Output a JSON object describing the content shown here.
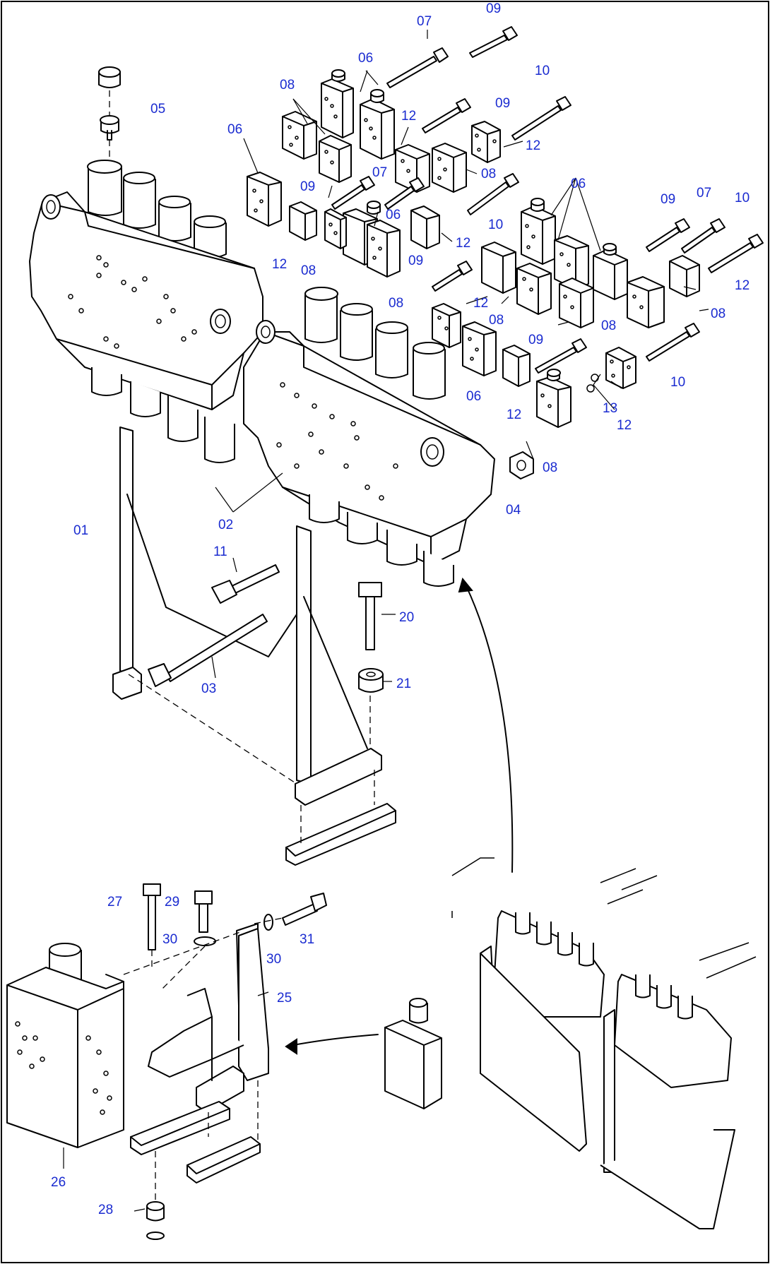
{
  "callouts": [
    {
      "id": "c-07a",
      "text": "07"
    },
    {
      "id": "c-09a",
      "text": "09"
    },
    {
      "id": "c-06a",
      "text": "06"
    },
    {
      "id": "c-10a",
      "text": "10"
    },
    {
      "id": "c-05",
      "text": "05"
    },
    {
      "id": "c-08a",
      "text": "08"
    },
    {
      "id": "c-12a",
      "text": "12"
    },
    {
      "id": "c-09b",
      "text": "09"
    },
    {
      "id": "c-06b",
      "text": "06"
    },
    {
      "id": "c-12b",
      "text": "12"
    },
    {
      "id": "c-08b",
      "text": "08"
    },
    {
      "id": "c-09c",
      "text": "09"
    },
    {
      "id": "c-07b",
      "text": "07"
    },
    {
      "id": "c-06c",
      "text": "06"
    },
    {
      "id": "c-06d",
      "text": "06"
    },
    {
      "id": "c-09d",
      "text": "09"
    },
    {
      "id": "c-07c",
      "text": "07"
    },
    {
      "id": "c-10b",
      "text": "10"
    },
    {
      "id": "c-12c",
      "text": "12"
    },
    {
      "id": "c-10c",
      "text": "10"
    },
    {
      "id": "c-12d",
      "text": "12"
    },
    {
      "id": "c-08c",
      "text": "08"
    },
    {
      "id": "c-09e",
      "text": "09"
    },
    {
      "id": "c-08d",
      "text": "08"
    },
    {
      "id": "c-12e",
      "text": "12"
    },
    {
      "id": "c-08e",
      "text": "08"
    },
    {
      "id": "c-08f",
      "text": "08"
    },
    {
      "id": "c-12f",
      "text": "12"
    },
    {
      "id": "c-08g",
      "text": "08"
    },
    {
      "id": "c-09f",
      "text": "09"
    },
    {
      "id": "c-10d",
      "text": "10"
    },
    {
      "id": "c-06e",
      "text": "06"
    },
    {
      "id": "c-13",
      "text": "13"
    },
    {
      "id": "c-12g",
      "text": "12"
    },
    {
      "id": "c-12h",
      "text": "12"
    },
    {
      "id": "c-08h",
      "text": "08"
    },
    {
      "id": "c-04",
      "text": "04"
    },
    {
      "id": "c-02",
      "text": "02"
    },
    {
      "id": "c-01",
      "text": "01"
    },
    {
      "id": "c-11",
      "text": "11"
    },
    {
      "id": "c-20",
      "text": "20"
    },
    {
      "id": "c-21",
      "text": "21"
    },
    {
      "id": "c-03",
      "text": "03"
    },
    {
      "id": "c-27",
      "text": "27"
    },
    {
      "id": "c-29",
      "text": "29"
    },
    {
      "id": "c-30a",
      "text": "30"
    },
    {
      "id": "c-30b",
      "text": "30"
    },
    {
      "id": "c-31",
      "text": "31"
    },
    {
      "id": "c-25",
      "text": "25"
    },
    {
      "id": "c-26",
      "text": "26"
    },
    {
      "id": "c-28",
      "text": "28"
    }
  ]
}
